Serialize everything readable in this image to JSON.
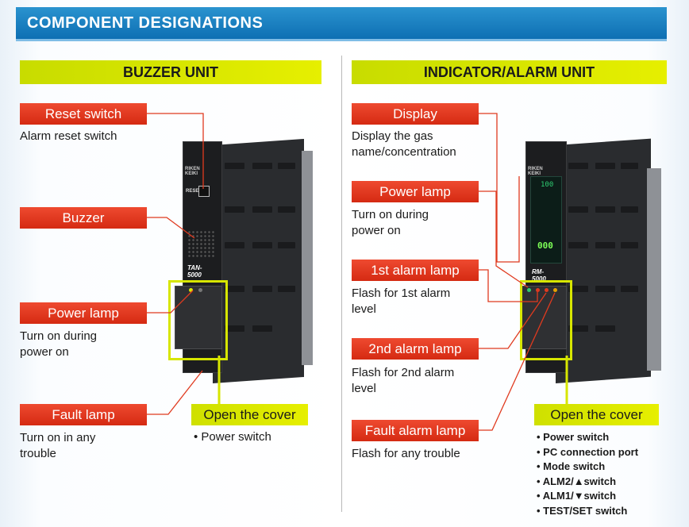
{
  "header": {
    "title": "COMPONENT DESIGNATIONS"
  },
  "buzzer": {
    "section_title": "BUZZER UNIT",
    "reset_switch": {
      "label": "Reset switch",
      "desc": "Alarm reset switch"
    },
    "buzzer": {
      "label": "Buzzer"
    },
    "power_lamp": {
      "label": "Power lamp",
      "desc_line1": "Turn on during",
      "desc_line2": "power on"
    },
    "fault_lamp": {
      "label": "Fault lamp",
      "desc_line1": "Turn on in any",
      "desc_line2": "trouble"
    },
    "open_cover": {
      "label": "Open the cover",
      "items": [
        "Power switch"
      ]
    },
    "device": {
      "logo": "RIKEN KEIKI",
      "button_text": "RESET",
      "model": "TAN-5000"
    }
  },
  "indicator": {
    "section_title": "INDICATOR/ALARM UNIT",
    "display": {
      "label": "Display",
      "desc_line1": "Display the gas",
      "desc_line2": "name/concentration"
    },
    "power_lamp": {
      "label": "Power lamp",
      "desc_line1": "Turn on during",
      "desc_line2": "power on"
    },
    "alarm1_lamp": {
      "label": "1st alarm lamp",
      "desc_line1": "Flash for 1st alarm",
      "desc_line2": "level"
    },
    "alarm2_lamp": {
      "label": "2nd alarm lamp",
      "desc_line1": "Flash for 2nd alarm",
      "desc_line2": "level"
    },
    "fault_alarm_lamp": {
      "label": "Fault alarm lamp",
      "desc": "Flash for any trouble"
    },
    "open_cover": {
      "label": "Open the cover",
      "items": [
        "Power switch",
        "PC connection port",
        "Mode switch",
        "ALM2/▲switch",
        "ALM1/▼switch",
        "TEST/SET switch"
      ]
    },
    "device": {
      "logo": "RIKEN KEIKI",
      "display_top": "100",
      "display_bottom": "000",
      "model": "RM-5000"
    }
  },
  "colors": {
    "header": "#1681c2",
    "label_red": "#e03a1f",
    "label_yellow": "#dbe800",
    "leader_line": "#e03a1f"
  }
}
